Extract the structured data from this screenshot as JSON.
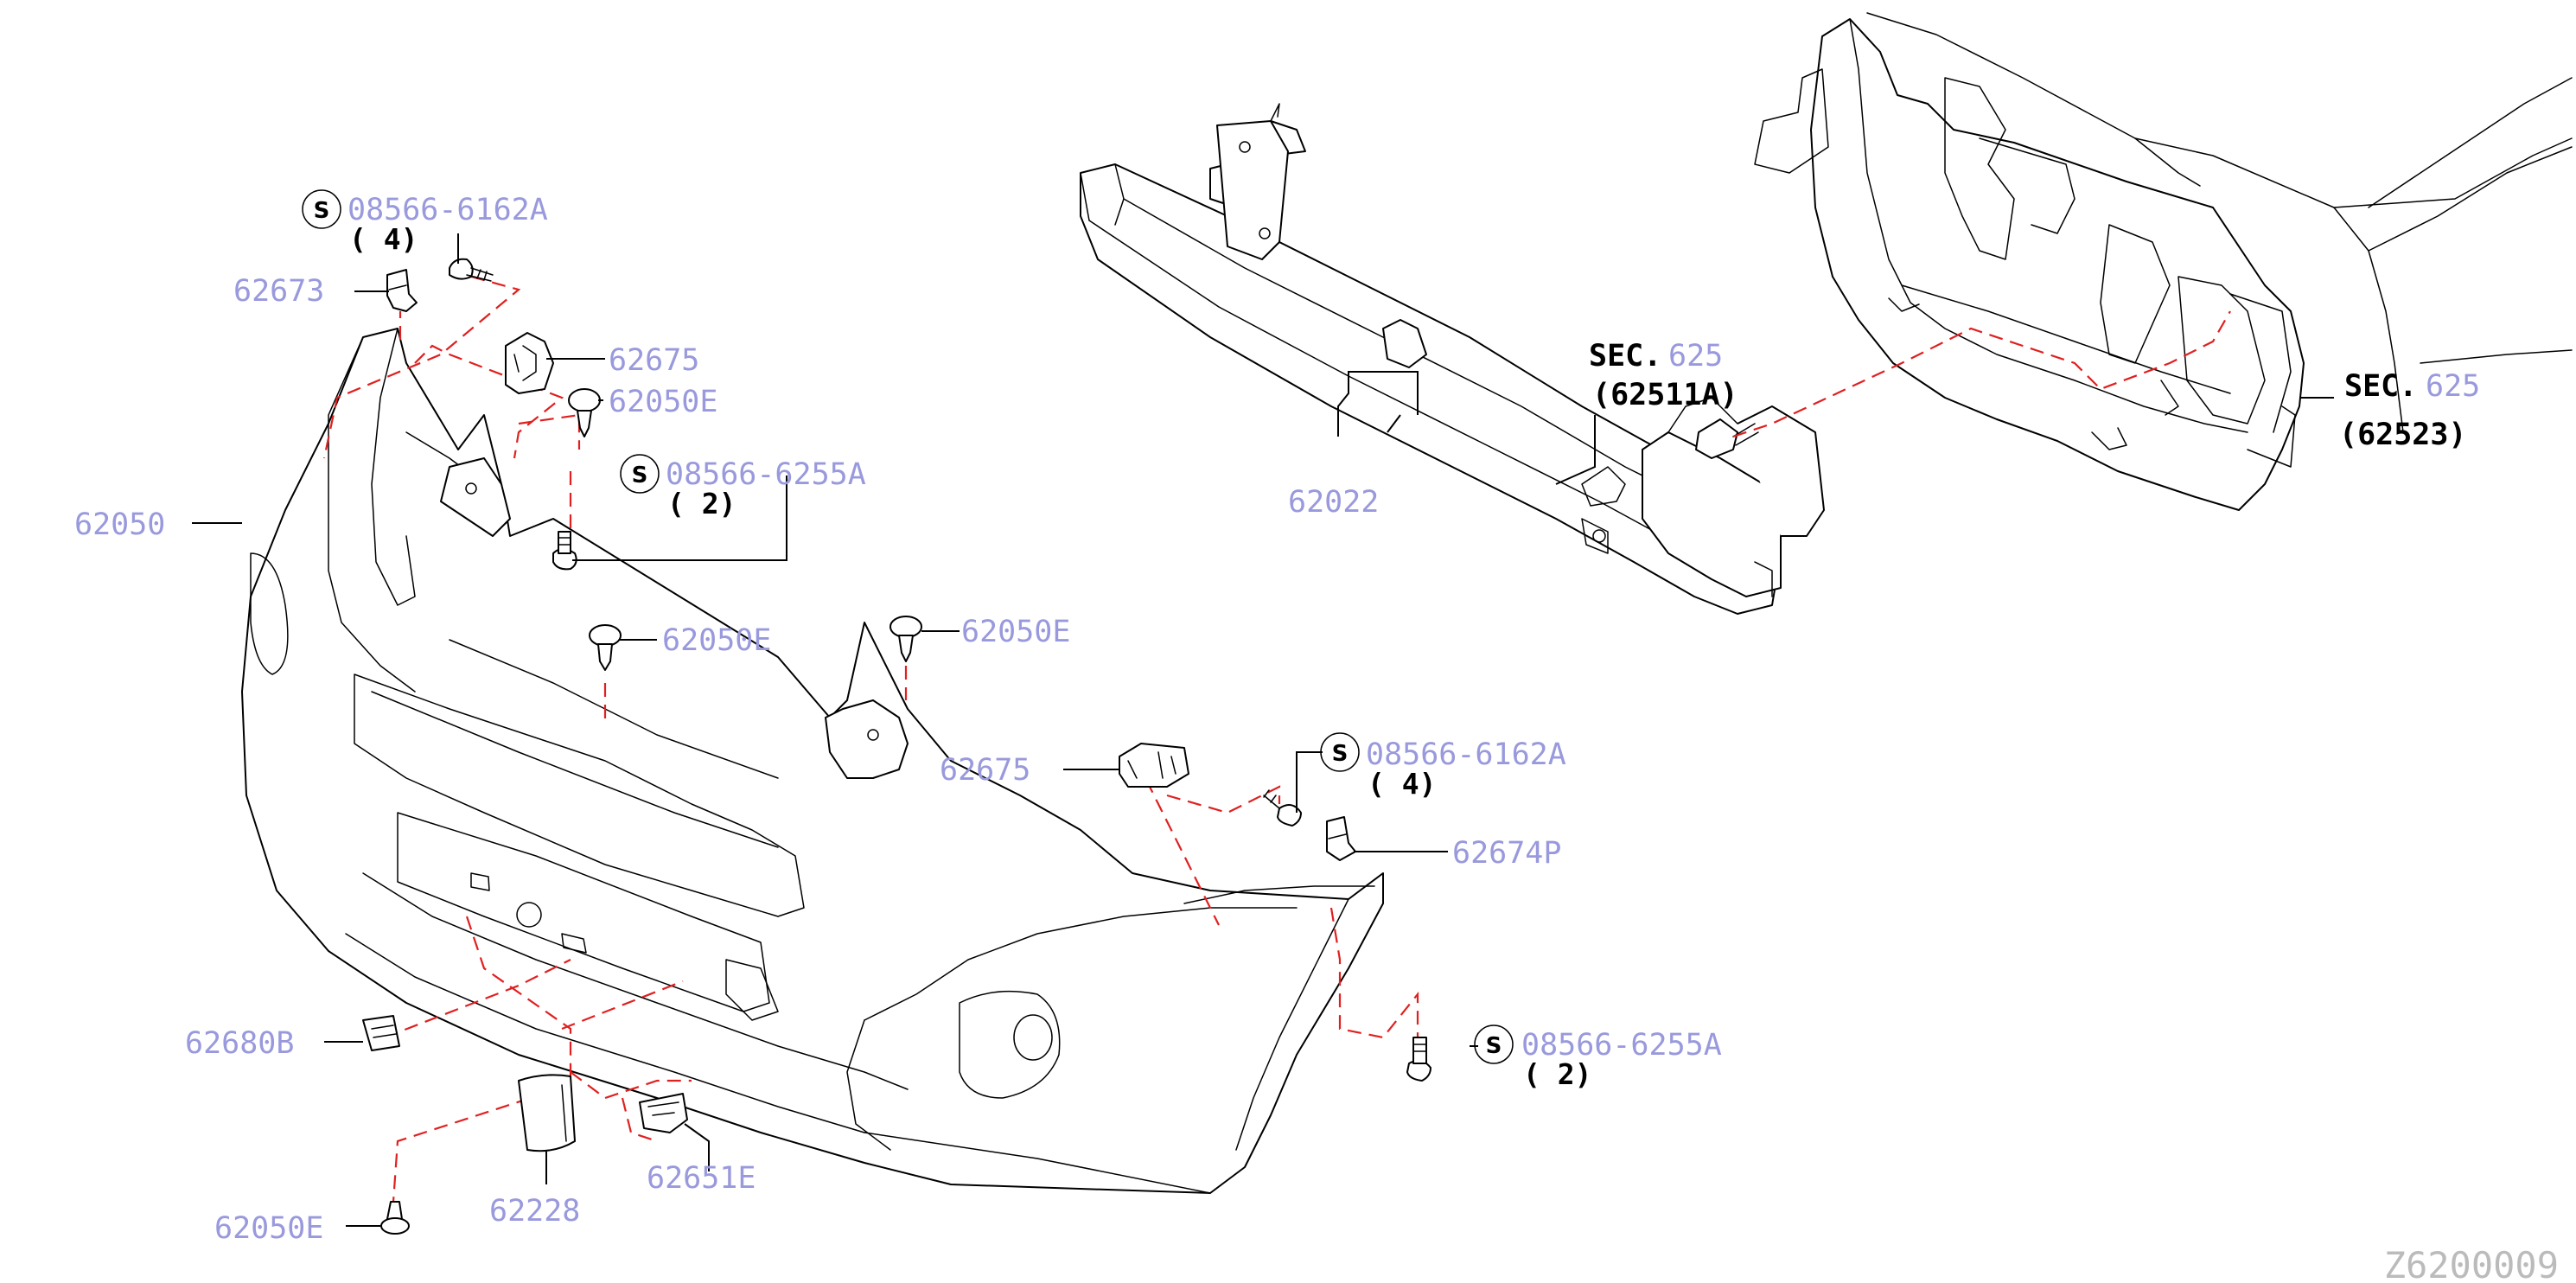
{
  "colors": {
    "part_number": "#9999dd",
    "leader": "#000000",
    "guide_dash": "#e02020",
    "drawing_code": "#bbbbbb"
  },
  "standard_symbol": "S",
  "labels": {
    "screw_top": {
      "number": "08566-6162A",
      "qty": "( 4)"
    },
    "clip_62673": "62673",
    "bracket_62675_top": "62675",
    "rivet_top": "62050E",
    "screw_mid": {
      "number": "08566-6255A",
      "qty": "( 2)"
    },
    "bumper_fascia": "62050",
    "rivet_center": "62050E",
    "rivet_right": "62050E",
    "armature": "62022",
    "bracket_62675_right": "62675",
    "screw_right": {
      "number": "08566-6162A",
      "qty": "( 4)"
    },
    "clip_62674p": "62674P",
    "screw_lower": {
      "number": "08566-6255A",
      "qty": "( 2)"
    },
    "bracket_62680b": "62680B",
    "cover_62228": "62228",
    "clip_62651e": "62651E",
    "rivet_bottom": "62050E",
    "sec_a": {
      "prefix": "SEC.",
      "ref": "625",
      "sub": "(62511A)"
    },
    "sec_b": {
      "prefix": "SEC.",
      "ref": "625",
      "sub": "(62523)"
    }
  },
  "drawing_code": "Z6200009"
}
